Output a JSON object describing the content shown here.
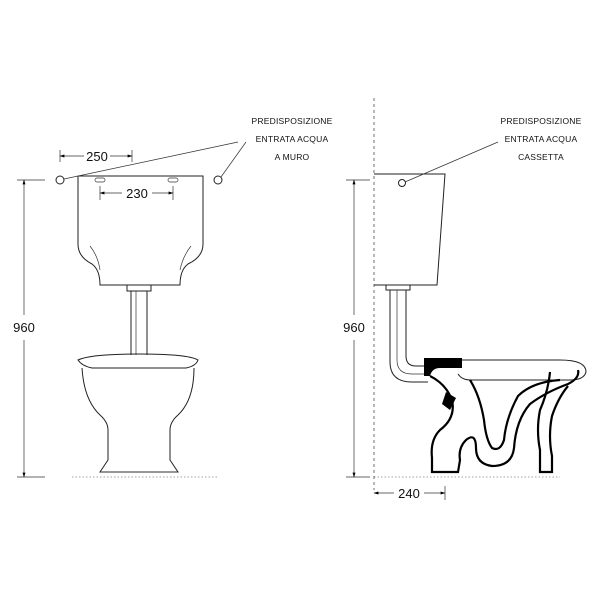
{
  "dimensions": {
    "cistern_inlet_spacing": "250",
    "cistern_hole_spacing": "230",
    "front_height": "960",
    "side_height": "960",
    "side_depth": "240"
  },
  "notes": {
    "wall_inlet": [
      "PREDISPOSIZIONE",
      "ENTRATA ACQUA",
      "A MURO"
    ],
    "cistern_inlet": [
      "PREDISPOSIZIONE",
      "ENTRATA ACQUA",
      "CASSETTA"
    ]
  }
}
